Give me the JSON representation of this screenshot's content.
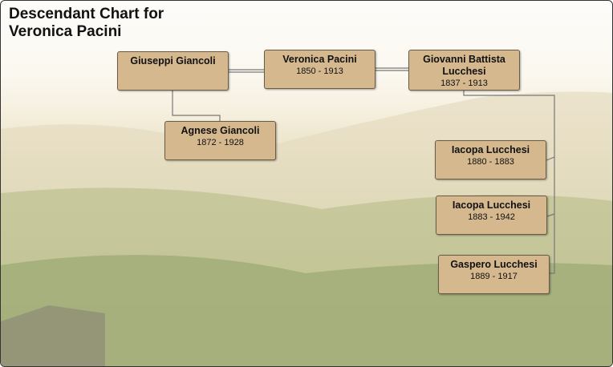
{
  "title_line1": "Descendant Chart for",
  "title_line2": "Veronica Pacini",
  "people": [
    {
      "name": "Giuseppi Giancoli",
      "dates": ""
    },
    {
      "name": "Veronica Pacini",
      "dates": "1850 - 1913"
    },
    {
      "name": "Giovanni Battista Lucchesi",
      "dates": "1837 - 1913"
    },
    {
      "name": "Agnese Giancoli",
      "dates": "1872 - 1928"
    },
    {
      "name": "Iacopa Lucchesi",
      "dates": "1880 - 1883"
    },
    {
      "name": "Iacopa Lucchesi",
      "dates": "1883 - 1942"
    },
    {
      "name": "Gaspero Lucchesi",
      "dates": "1889 - 1917"
    }
  ]
}
